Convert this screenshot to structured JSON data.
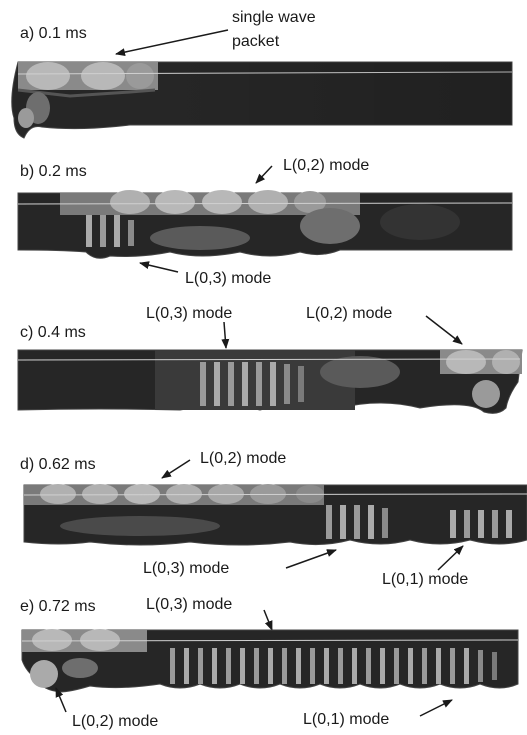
{
  "panels": [
    {
      "id": "a",
      "label": "a) 0.1 ms",
      "annotations": [
        "single wave",
        "packet"
      ]
    },
    {
      "id": "b",
      "label": "b) 0.2 ms",
      "annotations": [
        "L(0,2) mode",
        "L(0,3) mode"
      ]
    },
    {
      "id": "c",
      "label": "c) 0.4 ms",
      "annotations": [
        "L(0,3) mode",
        "L(0,2) mode"
      ]
    },
    {
      "id": "d",
      "label": "d) 0.62 ms",
      "annotations": [
        "L(0,2) mode",
        "L(0,3) mode",
        "L(0,1) mode"
      ]
    },
    {
      "id": "e",
      "label": "e) 0.72 ms",
      "annotations": [
        "L(0,3) mode",
        "L(0,2) mode",
        "L(0,1) mode"
      ]
    }
  ],
  "colors": {
    "background": "#ffffff",
    "dark_field": "#262626",
    "mid_field": "#6e6e6e",
    "bright_field": "#b8b8b8",
    "text": "#1a1a1a"
  }
}
